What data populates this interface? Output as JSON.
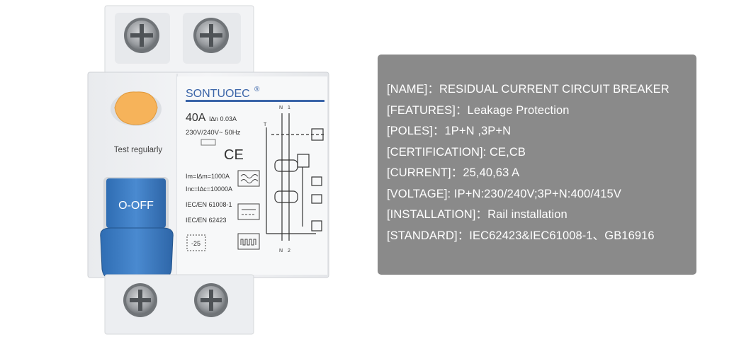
{
  "device": {
    "brand": "SONTUOEC",
    "brand_mark": "®",
    "rating": "40A",
    "residual_current": "I∆n 0.03A",
    "voltage_freq": "230V/240V~ 50Hz",
    "ce_mark": "CE",
    "test_button_label": "Test regularly",
    "toggle_label": "O-OFF",
    "short_circuit_1": "Im=I∆m=1000A",
    "short_circuit_2": "Inc=I∆c=10000A",
    "standard_1": "IEC/EN 61008-1",
    "standard_2": "IEC/EN 62423",
    "temp_rating": "-25",
    "terminal_top_n": "N",
    "terminal_top_1": "1",
    "terminal_bottom_n": "N",
    "terminal_bottom_2": "2",
    "test_mark": "T"
  },
  "specs": [
    "[NAME]：RESIDUAL CURRENT CIRCUIT BREAKER",
    "[FEATURES]：Leakage Protection",
    "[POLES]：1P+N ,3P+N",
    "[CERTIFICATION]: CE,CB",
    "[CURRENT]：25,40,63 A",
    "[VOLTAGE]: IP+N:230/240V;3P+N:400/415V",
    "[INSTALLATION]：Rail installation",
    "[STANDARD]：IEC62423&IEC61008-1、GB16916"
  ],
  "colors": {
    "panel_bg": "#8a8a8a",
    "brand_blue": "#3a64a8",
    "toggle_blue": "#3b7dc4",
    "test_button": "#f6b35a"
  }
}
